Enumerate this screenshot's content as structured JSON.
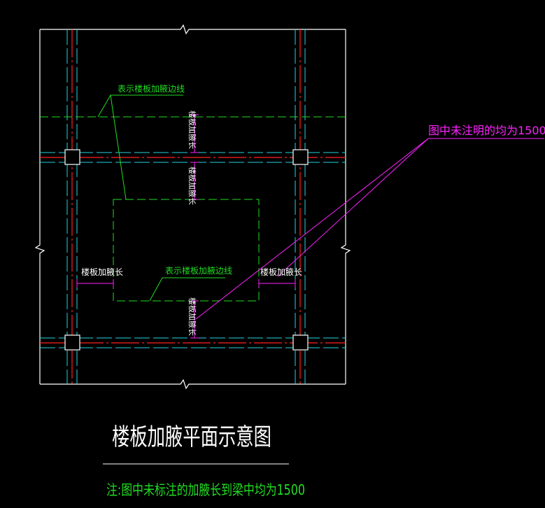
{
  "labels": {
    "edge_line_upper": "表示楼板加腋边线",
    "edge_line_lower": "表示楼板加腋边线",
    "haunch_len_v1": "楼板加腋长",
    "haunch_len_v2": "楼板加腋长",
    "haunch_len_v3": "楼板加腋长",
    "haunch_len_left": "楼板加腋长",
    "haunch_len_right": "楼板加腋长",
    "note_unmarked": "图中未注明的均为1500"
  },
  "title": "楼板加腋平面示意图",
  "footnote": "注:图中未标注的加腋长到梁中均为1500",
  "colors": {
    "background": "#000000",
    "outline": "#ffffff",
    "column": "#ffffff",
    "beam_red": "#ff2020",
    "beam_cyan": "#22d3e0",
    "haunch_green": "#22dd22",
    "dimension_magenta": "#ff22ff",
    "annotation_magenta": "#ff22ff",
    "text_white": "#ffffff",
    "text_green": "#22dd22"
  }
}
